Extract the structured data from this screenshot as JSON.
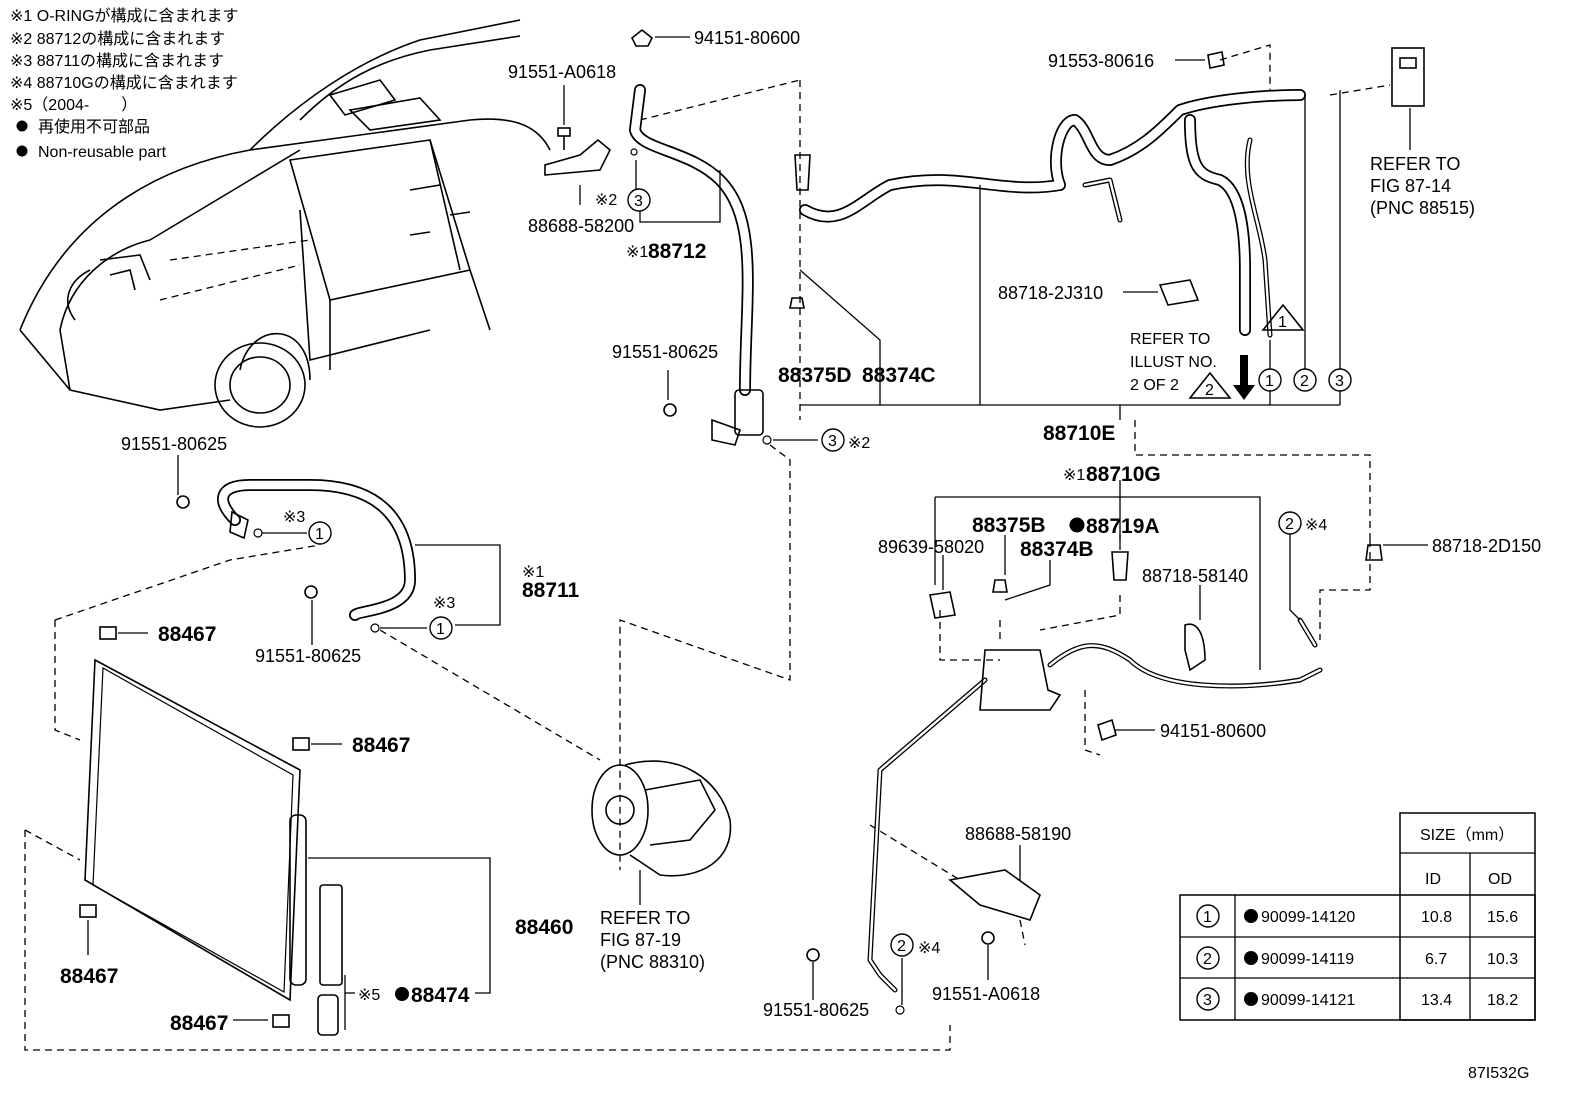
{
  "notes": {
    "n1": "※1 O-RINGが構成に含まれます",
    "n2": "※2 88712の構成に含まれます",
    "n3": "※3 88711の構成に含まれます",
    "n4": "※4 88710Gの構成に含まれます",
    "n5": "※5（2004-　　）",
    "nonreusable_ja": "再使用不可部品",
    "nonreusable_en": "Non-reusable part"
  },
  "labels": {
    "p94151_80600_top": "94151-80600",
    "p91551_A0618_top": "91551-A0618",
    "p88688_58200": "88688-58200",
    "p88712": "88712",
    "p88712_mark": "※1",
    "p91553_80616": "91553-80616",
    "refer_87_14_a": "REFER TO",
    "refer_87_14_b": "FIG 87-14",
    "refer_87_14_c": "(PNC 88515)",
    "p88718_2J310": "88718-2J310",
    "refer_illust_a": "REFER TO",
    "refer_illust_b": "ILLUST NO.",
    "refer_illust_c": "2 OF 2",
    "p91551_80625_a": "91551-80625",
    "p88375D": "88375D",
    "p88374C": "88374C",
    "p88710E": "88710E",
    "p88710G": "88710G",
    "p88710G_mark": "※1",
    "p91551_80625_b": "91551-80625",
    "p88711": "88711",
    "p88711_mark": "※1",
    "p91551_80625_c": "91551-80625",
    "p88467_1": "88467",
    "p88467_2": "88467",
    "p88467_3": "88467",
    "p88467_4": "88467",
    "p88460": "88460",
    "p88474": "88474",
    "p88474_mark": "※5",
    "p89639_58020": "89639-58020",
    "p88375B": "88375B",
    "p88374B": "88374B",
    "p88719A": "88719A",
    "p88718_58140": "88718-58140",
    "p88718_2D150": "88718-2D150",
    "p94151_80600_b": "94151-80600",
    "refer_87_19_a": "REFER TO",
    "refer_87_19_b": "FIG 87-19",
    "refer_87_19_c": "(PNC 88310)",
    "p88688_58190": "88688-58190",
    "p91551_80625_d": "91551-80625",
    "p91551_A0618_b": "91551-A0618",
    "mark2": "※2",
    "mark3": "※3",
    "mark4": "※4",
    "c1": "1",
    "c2": "2",
    "c3": "3",
    "tri1": "1",
    "tri2": "2",
    "figure_code": "87I532G"
  },
  "table": {
    "size_header": "SIZE（mm）",
    "col_id": "ID",
    "col_od": "OD",
    "rows": [
      {
        "ref": "1",
        "part": "90099-14120",
        "id": "10.8",
        "od": "15.6"
      },
      {
        "ref": "2",
        "part": "90099-14119",
        "id": "6.7",
        "od": "10.3"
      },
      {
        "ref": "3",
        "part": "90099-14121",
        "id": "13.4",
        "od": "18.2"
      }
    ]
  }
}
